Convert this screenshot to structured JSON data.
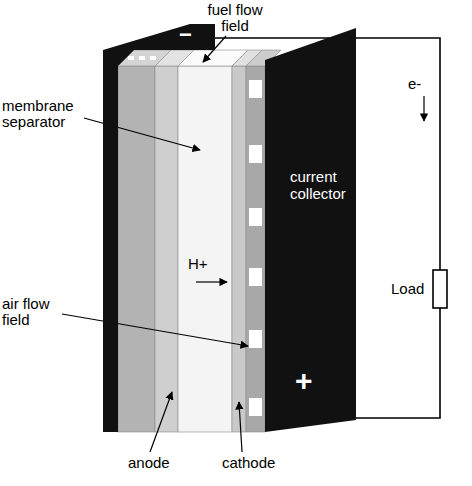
{
  "diagram": {
    "nodes": [
      {
        "text": [
          "−"
        ]
      },
      {
        "text": [
          "current collector",
          "+"
        ]
      },
      {
        "text": [
          "Load"
        ]
      }
    ],
    "edges": [
      {
        "from": 0,
        "to": 2,
        "arrow": "none"
      },
      {
        "from": 2,
        "to": 1,
        "arrow": "none"
      }
    ],
    "labels": [
      "fuel flow field",
      "membrane separator",
      "air flow field",
      "anode",
      "cathode",
      "H+",
      "e-"
    ]
  }
}
